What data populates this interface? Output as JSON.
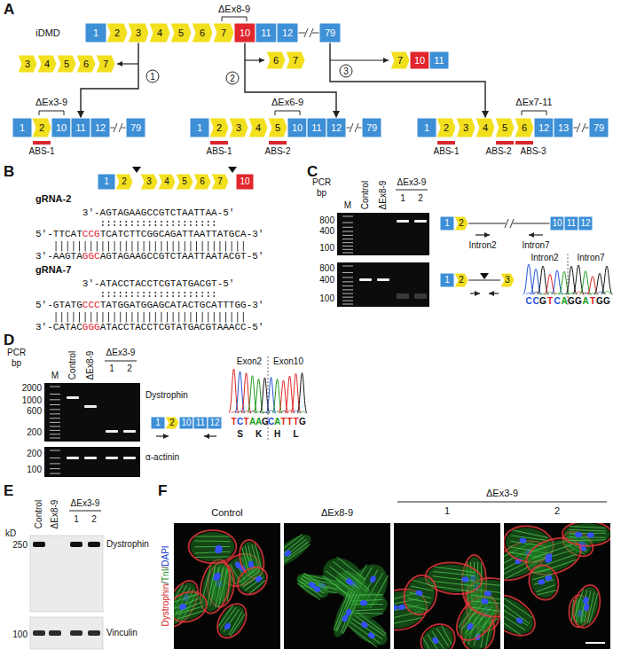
{
  "diagram": {
    "nodes": [
      {
        "text": [
          "1"
        ]
      },
      {
        "text": [
          "2"
        ]
      },
      {
        "text": [
          "3"
        ]
      },
      {
        "text": [
          "4"
        ]
      },
      {
        "text": [
          "5"
        ]
      },
      {
        "text": [
          "6"
        ]
      },
      {
        "text": [
          "7"
        ]
      },
      {
        "text": [
          "10"
        ]
      },
      {
        "text": [
          "11"
        ]
      },
      {
        "text": [
          "12"
        ]
      },
      {
        "text": [
          "79"
        ]
      },
      {
        "text": [
          "3"
        ]
      },
      {
        "text": [
          "4"
        ]
      },
      {
        "text": [
          "5"
        ]
      },
      {
        "text": [
          "6"
        ]
      },
      {
        "text": [
          "7"
        ]
      },
      {
        "text": [
          "6"
        ]
      },
      {
        "text": [
          "7"
        ]
      },
      {
        "text": [
          "7"
        ]
      },
      {
        "text": [
          "10"
        ]
      },
      {
        "text": [
          "11"
        ]
      },
      {
        "text": [
          "1"
        ]
      },
      {
        "text": [
          "2"
        ]
      },
      {
        "text": [
          "10"
        ]
      },
      {
        "text": [
          "11"
        ]
      },
      {
        "text": [
          "12"
        ]
      },
      {
        "text": [
          "79"
        ]
      },
      {
        "text": [
          "1"
        ]
      },
      {
        "text": [
          "2"
        ]
      },
      {
        "text": [
          "3"
        ]
      },
      {
        "text": [
          "4"
        ]
      },
      {
        "text": [
          "5"
        ]
      },
      {
        "text": [
          "10"
        ]
      },
      {
        "text": [
          "11"
        ]
      },
      {
        "text": [
          "12"
        ]
      },
      {
        "text": [
          "79"
        ]
      },
      {
        "text": [
          "1"
        ]
      },
      {
        "text": [
          "2"
        ]
      },
      {
        "text": [
          "3"
        ]
      },
      {
        "text": [
          "4"
        ]
      },
      {
        "text": [
          "5"
        ]
      },
      {
        "text": [
          "6"
        ]
      },
      {
        "text": [
          "12"
        ]
      },
      {
        "text": [
          "13"
        ]
      },
      {
        "text": [
          "79"
        ]
      },
      {
        "text": [
          "1"
        ]
      },
      {
        "text": [
          "2"
        ]
      },
      {
        "text": [
          "3"
        ]
      },
      {
        "text": [
          "4"
        ]
      },
      {
        "text": [
          "5"
        ]
      },
      {
        "text": [
          "6"
        ]
      },
      {
        "text": [
          "7"
        ]
      },
      {
        "text": [
          "10"
        ]
      },
      {
        "text": [
          "1"
        ]
      },
      {
        "text": [
          "2"
        ]
      },
      {
        "text": [
          "10"
        ]
      },
      {
        "text": [
          "11"
        ]
      },
      {
        "text": [
          "12"
        ]
      },
      {
        "text": [
          "1"
        ]
      },
      {
        "text": [
          "2"
        ]
      },
      {
        "text": [
          "3"
        ]
      },
      {
        "text": [
          "1"
        ]
      },
      {
        "text": [
          "2"
        ]
      },
      {
        "text": [
          "10"
        ]
      },
      {
        "text": [
          "11"
        ]
      },
      {
        "text": [
          "12"
        ]
      }
    ],
    "edges": [
      {
        "from": 2,
        "to": 24,
        "label": "1",
        "arrow": "to"
      },
      {
        "from": 7,
        "to": 34,
        "label": "2",
        "arrow": "to"
      },
      {
        "from": 10,
        "to": 39,
        "label": "3",
        "arrow": "to"
      },
      {
        "from": 54,
        "to": 55,
        "arrow": "none"
      },
      {
        "from": 59,
        "to": 60,
        "arrow": "none"
      }
    ],
    "labels": [
      "A",
      "ΔEx8-9",
      "iDMD",
      "ΔEx3-9",
      "ABS-1",
      "ΔEx6-9",
      "ABS-1",
      "ABS-2",
      "ΔEx7-11",
      "ABS-1",
      "ABS-2",
      "ABS-3",
      "B",
      "gRNA-2",
      "3'-AGTAGAAGCCGTCTAATTAA-5'",
      "5'-TTCATCCGTCATCTTCGGCAGATTAATTATGCA-3'",
      "3'-AAGTAGGCAGTAGAAGCCGTCTAATTAATACGT-5'",
      "gRNA-7",
      "3'-ATACCTACCTCGTATGACGT-5'",
      "5'-GTATGCCCTATGGATGGAGCATACTGCATTTGG-3'",
      "3'-CATACGGGATACCTACCTCGTATGACGTAAACC-5'",
      "C",
      "PCR",
      "bp",
      "M",
      "Control",
      "ΔEx8-9",
      "ΔEx3-9",
      "1",
      "2",
      "800",
      "400",
      "100",
      "Intron2",
      "Intron7",
      "800",
      "400",
      "100",
      "Intron2",
      "Intron7",
      "CCGTCAGGATGG",
      "D",
      "PCR",
      "bp",
      "M",
      "Control",
      "ΔEx8-9",
      "ΔEx3-9",
      "1",
      "2",
      "2000",
      "1000",
      "600",
      "200",
      "Dystrophin",
      "200",
      "100",
      "α-actinin",
      "Exon2",
      "Exon10",
      "TCTAAGCATTTG",
      "S",
      "K",
      "H",
      "L",
      "E",
      "Control",
      "ΔEx8-9",
      "ΔEx3-9",
      "1",
      "2",
      "kD",
      "250",
      "Dystrophin",
      "100",
      "Vinculin",
      "F",
      "Control",
      "ΔEx8-9",
      "ΔEx3-9",
      "1",
      "2",
      "Dystrophin/TnI/DAPI"
    ]
  }
}
